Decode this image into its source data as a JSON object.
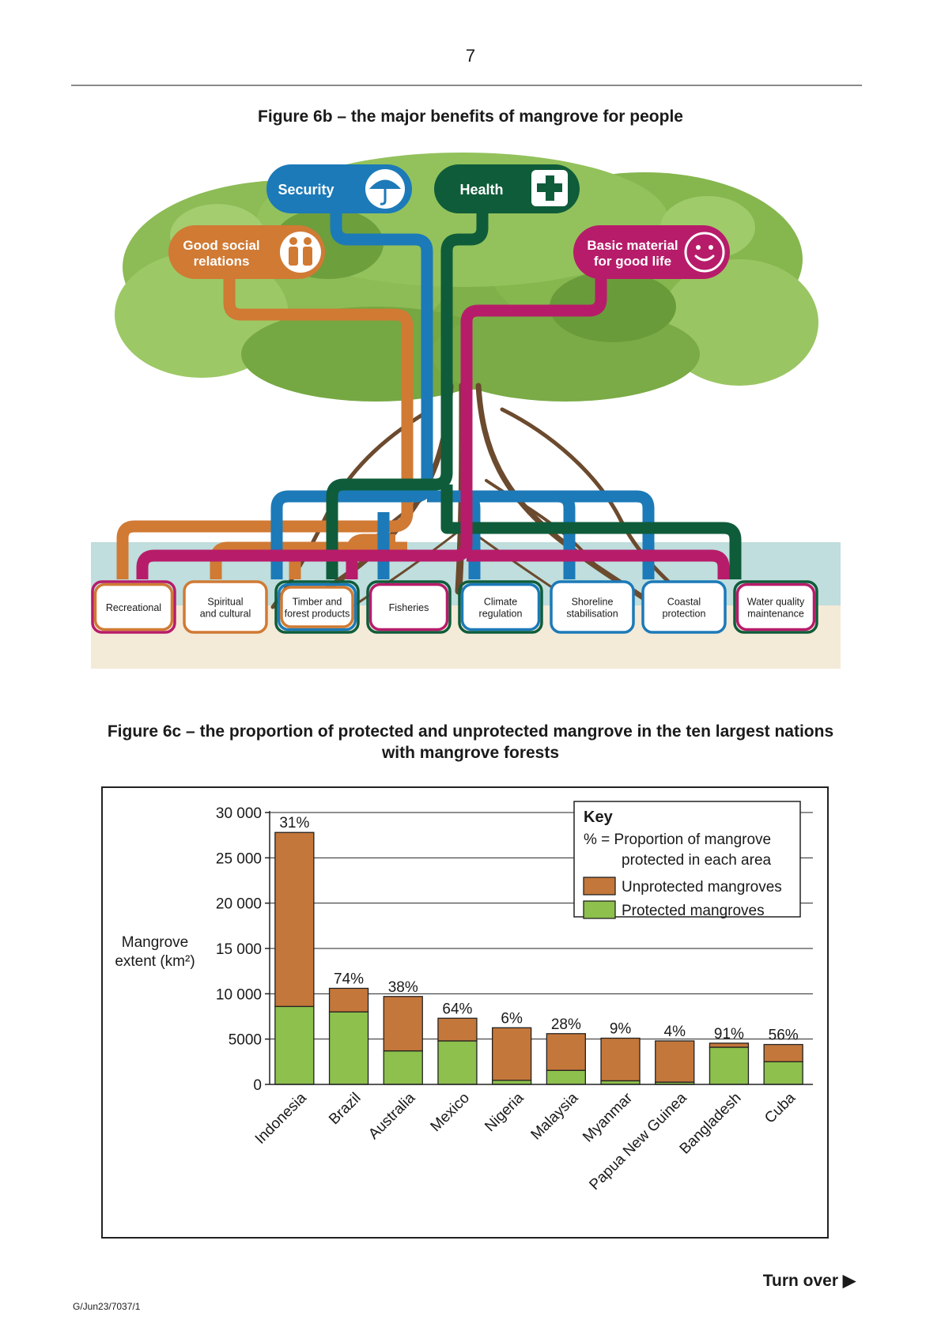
{
  "page": {
    "number": "7",
    "turn_over": "Turn over ▶",
    "footer_code": "G/Jun23/7037/1"
  },
  "figure_6b": {
    "title": "Figure 6b – the major benefits of mangrove for people",
    "benefits": [
      {
        "label": "Security",
        "icon": "umbrella-icon",
        "color": "#1c7ab8"
      },
      {
        "label": "Health",
        "icon": "plus-cross-icon",
        "color": "#0f5c3a"
      },
      {
        "label_lines": [
          "Good social",
          "relations"
        ],
        "icon": "people-icon",
        "color": "#d07a34"
      },
      {
        "label_lines": [
          "Basic material",
          "for good life"
        ],
        "icon": "smiley-icon",
        "color": "#b71c6a"
      }
    ],
    "services": [
      {
        "lines": [
          "Recreational"
        ]
      },
      {
        "lines": [
          "Spiritual",
          "and cultural"
        ]
      },
      {
        "lines": [
          "Timber and",
          "forest products"
        ]
      },
      {
        "lines": [
          "Fisheries"
        ]
      },
      {
        "lines": [
          "Climate",
          "regulation"
        ]
      },
      {
        "lines": [
          "Shoreline",
          "stabilisation"
        ]
      },
      {
        "lines": [
          "Coastal",
          "protection"
        ]
      },
      {
        "lines": [
          "Water quality",
          "maintenance"
        ]
      }
    ]
  },
  "figure_6c": {
    "title_lines": [
      "Figure 6c – the proportion of protected and unprotected mangrove in the ten largest nations",
      "with mangrove forests"
    ]
  },
  "chart_data": {
    "type": "bar",
    "stacked": true,
    "ylabel_lines": [
      "Mangrove",
      "extent (km²)"
    ],
    "ylim": [
      0,
      30000
    ],
    "yticks": [
      "0",
      "5000",
      "10 000",
      "15 000",
      "20 000",
      "25 000",
      "30 000"
    ],
    "ytick_values": [
      0,
      5000,
      10000,
      15000,
      20000,
      25000,
      30000
    ],
    "grid": true,
    "categories": [
      "Indonesia",
      "Brazil",
      "Australia",
      "Mexico",
      "Nigeria",
      "Malaysia",
      "Myanmar",
      "Papua New Guinea",
      "Bangladesh",
      "Cuba"
    ],
    "series": [
      {
        "name": "Protected mangroves",
        "color": "#8dc04c",
        "values": [
          8600,
          8000,
          3700,
          4800,
          450,
          1550,
          400,
          250,
          4100,
          2500
        ]
      },
      {
        "name": "Unprotected mangroves",
        "color": "#c4773a",
        "values": [
          19200,
          2600,
          6000,
          2500,
          5800,
          4050,
          4700,
          4550,
          450,
          1900
        ]
      }
    ],
    "percent_labels": [
      "31%",
      "74%",
      "38%",
      "64%",
      "6%",
      "28%",
      "9%",
      "4%",
      "91%",
      "56%"
    ],
    "legend": {
      "position": "top-right",
      "title": "Key",
      "note_lines": [
        "% = Proportion of mangrove",
        "protected in each area"
      ],
      "items": [
        "Unprotected mangroves",
        "Protected mangroves"
      ]
    }
  }
}
